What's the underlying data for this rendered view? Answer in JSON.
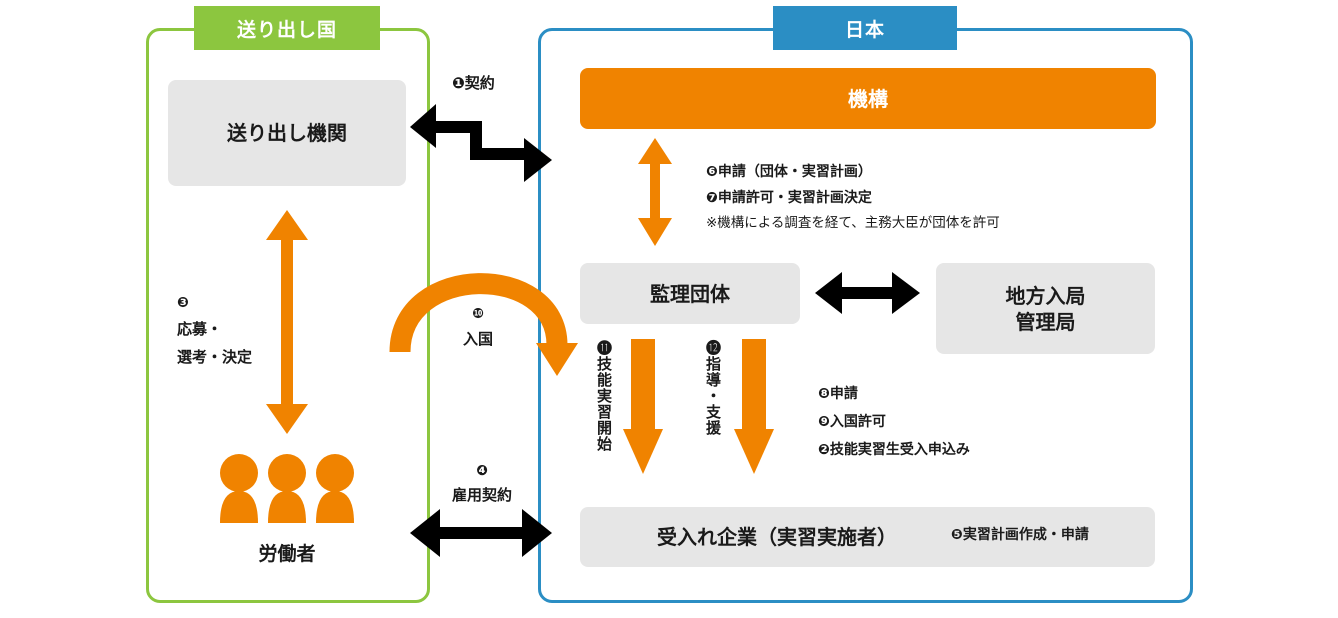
{
  "regions": {
    "sending_country": "送り出し国",
    "japan": "日本"
  },
  "nodes": {
    "sending_org": "送り出し機関",
    "workers": "労働者",
    "kiko": "機構",
    "supervising_org": "監理団体",
    "regional_bureau_line1": "地方入局",
    "regional_bureau_line2": "管理局",
    "host_company": "受入れ企業（実習実施者）"
  },
  "labels": {
    "step1": "❶契約",
    "step3_num": "❸",
    "step3_line1": "応募・",
    "step3_line2": "選考・決定",
    "step4_num": "❹",
    "step4_text": "雇用契約",
    "step10_num": "❿",
    "step10_text": "入国",
    "step11": "⓫技能実習開始",
    "step12": "⓬指導・支援",
    "step6": "❻申請（団体・実習計画）",
    "step7": "❼申請許可・実習計画決定",
    "note": "※機構による調査を経て、主務大臣が団体を許可",
    "step8": "❽申請",
    "step9": "❾入国許可",
    "step2": "❷技能実習生受入申込み",
    "step5": "❺実習計画作成・申請"
  },
  "colors": {
    "green": "#8cc63f",
    "blue": "#2b8ec4",
    "orange": "#f08300",
    "gray_box": "#e6e6e6",
    "black": "#000000"
  }
}
